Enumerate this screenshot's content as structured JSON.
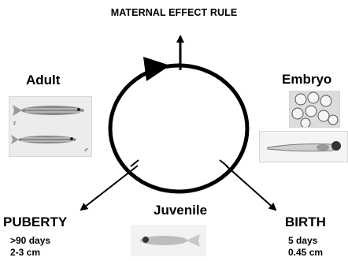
{
  "title": "MATERNAL EFFECT RULE",
  "stages": {
    "adult": "Adult",
    "embryo": "Embryo",
    "juvenile": "Juvenile",
    "puberty": "PUBERTY",
    "birth": "BIRTH"
  },
  "puberty_info": {
    "age": ">90 days",
    "size": "2-3 cm"
  },
  "birth_info": {
    "age": "5 days",
    "size": "0.45 cm"
  },
  "sex_symbols": {
    "female": "♀",
    "male": "♂"
  }
}
